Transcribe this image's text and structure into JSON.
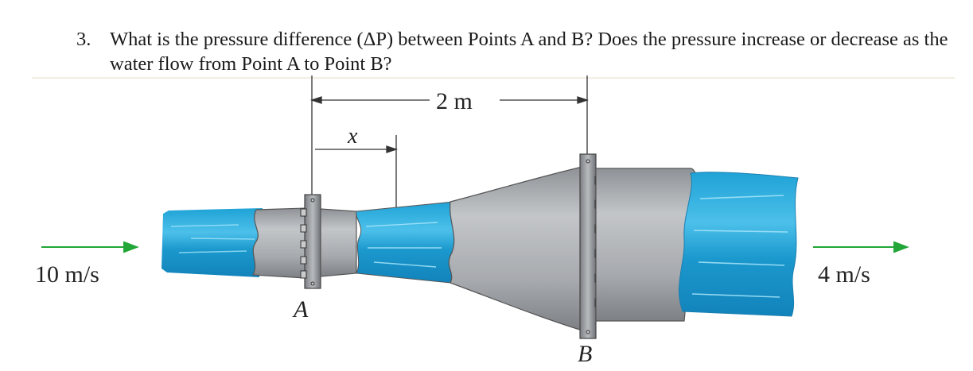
{
  "question": {
    "number": "3.",
    "text": "What is the pressure difference (ΔP) between Points A and B?  Does the pressure increase or decrease as the water flow from Point A to Point B?"
  },
  "figure": {
    "distance_label": "2 m",
    "x_label": "x",
    "point_a_label": "A",
    "point_b_label": "B",
    "inlet_velocity": "10 m/s",
    "outlet_velocity": "4 m/s",
    "colors": {
      "water": "#1f9fd2",
      "water_light": "#6fd0f2",
      "pipe": "#a9acb0",
      "arrow": "#21a637"
    }
  }
}
